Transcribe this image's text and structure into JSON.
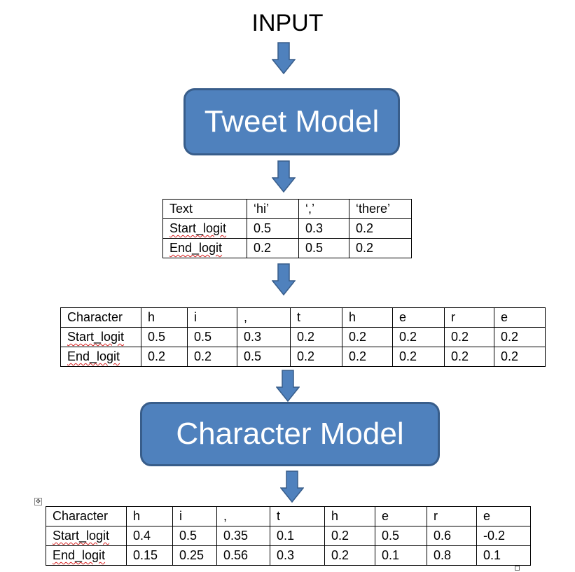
{
  "title": "INPUT",
  "tweet_model": {
    "label": "Tweet Model"
  },
  "character_model": {
    "label": "Character Model"
  },
  "token_table": {
    "rows": [
      [
        "Text",
        "‘hi’",
        "‘,’",
        "‘there’"
      ],
      [
        "Start_logit",
        "0.5",
        "0.3",
        "0.2"
      ],
      [
        "End_logit",
        "0.2",
        "0.5",
        "0.2"
      ]
    ]
  },
  "char_input_table": {
    "rows": [
      [
        "Character",
        "h",
        "i",
        ",",
        "t",
        "h",
        "e",
        "r",
        "e"
      ],
      [
        "Start_logit",
        "0.5",
        "0.5",
        "0.3",
        "0.2",
        "0.2",
        "0.2",
        "0.2",
        "0.2"
      ],
      [
        "End_logit",
        "0.2",
        "0.2",
        "0.5",
        "0.2",
        "0.2",
        "0.2",
        "0.2",
        "0.2"
      ]
    ]
  },
  "char_output_table": {
    "rows": [
      [
        "Character",
        "h",
        "i",
        ",",
        "t",
        "h",
        "e",
        "r",
        "e"
      ],
      [
        "Start_logit",
        "0.4",
        "0.5",
        "0.35",
        "0.1",
        "0.2",
        "0.5",
        "0.6",
        "-0.2"
      ],
      [
        "End_logit",
        "0.15",
        "0.25",
        "0.56",
        "0.3",
        "0.2",
        "0.1",
        "0.8",
        "0.1"
      ]
    ]
  },
  "colors": {
    "box_fill": "#4f81bd",
    "box_border": "#385d8a",
    "arrow_fill": "#4f81bd",
    "arrow_stroke": "#385d8a",
    "spellcheck_underline": "#d62020"
  },
  "icons": {
    "table_move_handle": "move-icon",
    "table_resize_handle": "resize-handle-icon",
    "flow_arrow": "arrow-down-icon"
  }
}
